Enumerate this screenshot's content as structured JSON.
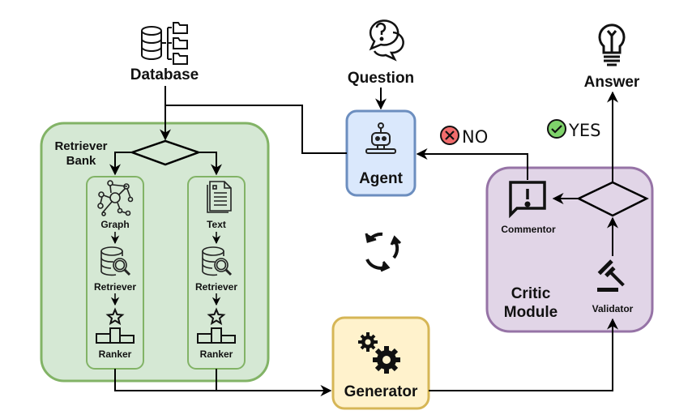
{
  "nodes": {
    "database": {
      "label": "Database",
      "icon": "database-folders-icon"
    },
    "question": {
      "label": "Question",
      "icon": "question-bubble-icon"
    },
    "answer": {
      "label": "Answer",
      "icon": "lightbulb-icon"
    },
    "agent": {
      "label": "Agent",
      "icon": "robot-icon"
    },
    "generator": {
      "label": "Generator",
      "icon": "gears-icon"
    },
    "retriever_bank": {
      "title_line1": "Retriever",
      "title_line2": "Bank",
      "columns": [
        {
          "source": "Graph",
          "source_icon": "graph-network-icon",
          "retriever": "Retriever",
          "ranker": "Ranker"
        },
        {
          "source": "Text",
          "source_icon": "document-icon",
          "retriever": "Retriever",
          "ranker": "Ranker"
        }
      ]
    },
    "critic_module": {
      "title_line1": "Critic",
      "title_line2": "Module",
      "commentor": "Commentor",
      "validator": "Validator"
    }
  },
  "edge_labels": {
    "no": "NO",
    "yes": "YES"
  },
  "colors": {
    "retriever_bank_fill": "#d5e8d4",
    "retriever_bank_stroke": "#82b366",
    "agent_fill": "#dae8fc",
    "agent_stroke": "#6c8ebf",
    "generator_fill": "#fff2cc",
    "generator_stroke": "#d6b656",
    "critic_fill": "#e1d5e7",
    "critic_stroke": "#9673a6",
    "no_badge": "#f16c6c",
    "yes_badge": "#7fd36b"
  }
}
